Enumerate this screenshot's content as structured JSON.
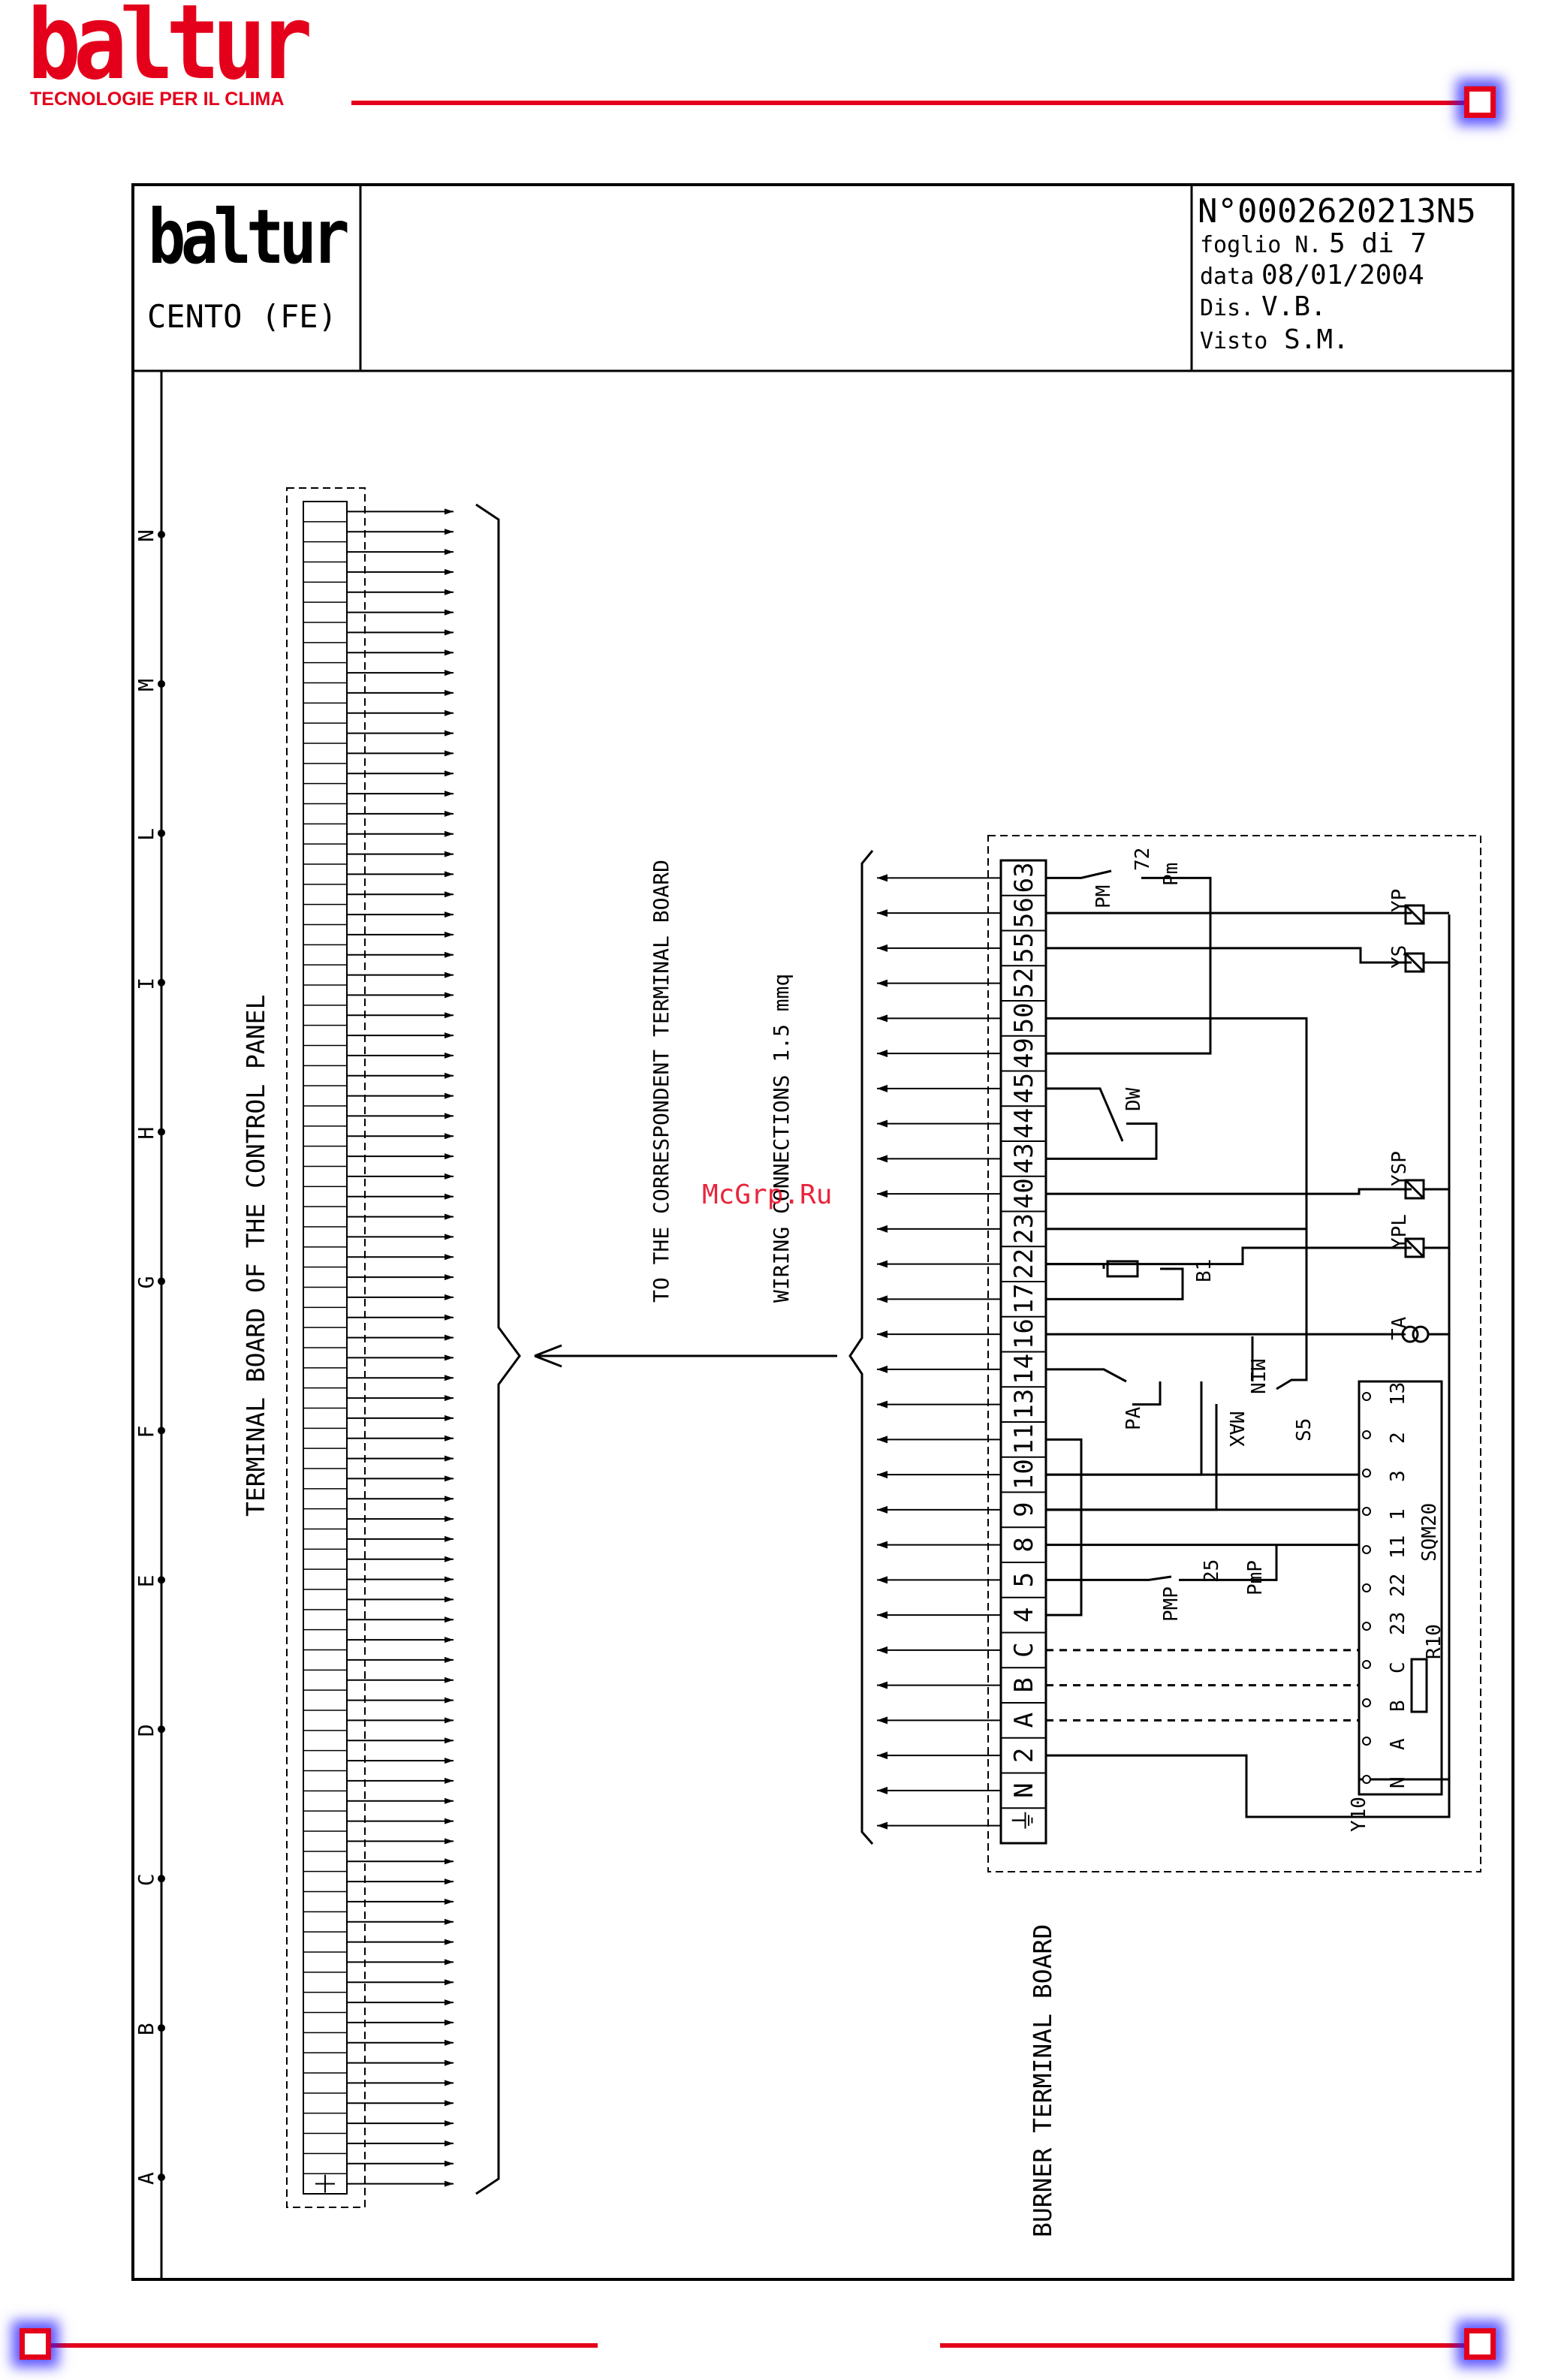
{
  "header": {
    "brand": "baltur",
    "tagline": "TECNOLOGIE PER IL CLIMA"
  },
  "title_block": {
    "brand": "baltur",
    "city": "CENTO (FE)",
    "doc_number": "N°0002620213N5",
    "sheet_label": "foglio N.",
    "sheet_value": "5 di 7",
    "date_label": "data",
    "date_value": "08/01/2004",
    "drawn_label": "Dis.",
    "drawn_value": "V.B.",
    "checked_label": "Visto",
    "checked_value": "S.M."
  },
  "column_letters": [
    "A",
    "B",
    "C",
    "D",
    "E",
    "F",
    "G",
    "H",
    "I",
    "L",
    "M",
    "N"
  ],
  "labels": {
    "control_panel": "TERMINAL BOARD OF THE CONTROL PANEL",
    "to_terminal": "TO THE CORRESPONDENT TERMINAL BOARD",
    "wiring": "WIRING CONNECTIONS 1.5 mmq",
    "burner_board": "BURNER TERMINAL BOARD",
    "watermark": "McGrp.Ru"
  },
  "burner_terminals": [
    "⏚",
    "N",
    "2",
    "A",
    "B",
    "C",
    "4",
    "5",
    "8",
    "9",
    "10",
    "11",
    "13",
    "14",
    "16",
    "17",
    "22",
    "23",
    "40",
    "43",
    "44",
    "45",
    "49",
    "50",
    "52",
    "55",
    "56",
    "63"
  ],
  "components": {
    "pm": "PM",
    "pm_num": "72",
    "pm_low": "Pm",
    "yp": "YP",
    "ys": "YS",
    "dw": "DW",
    "ysp": "YSP",
    "ypl": "YPL",
    "b1": "B1",
    "ta": "TA",
    "min": "MIN",
    "max": "MAX",
    "s5": "S5",
    "pa": "PA",
    "pmp": "PMP",
    "pmp_num": "25",
    "pmp_low": "PmP",
    "y10": "Y10",
    "r10": "R10",
    "sqm20": "SQM20",
    "sqm_terminals": [
      "13",
      "2",
      "3",
      "1",
      "11",
      "22",
      "23",
      "C",
      "B",
      "A",
      "N"
    ]
  }
}
